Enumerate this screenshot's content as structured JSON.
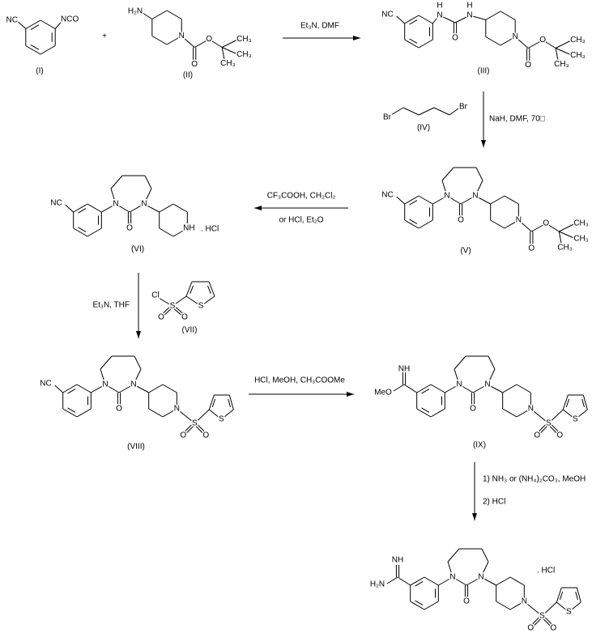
{
  "atoms": {
    "nc": "NC",
    "nco": "NCO",
    "h2n": "H₂N",
    "n": "N",
    "nh": "NH",
    "h": "H",
    "o": "O",
    "ch3": "CH₃",
    "br": "Br",
    "s": "S",
    "cl": "Cl",
    "meo": "MeO",
    "hcl": ". HCl"
  },
  "plus": "+",
  "compounds": {
    "c1": "(I)",
    "c2": "(II)",
    "c3": "(III)",
    "c4": "(IV)",
    "c5": "(V)",
    "c6": "(VI)",
    "c7": "(VII)",
    "c8": "(VIII)",
    "c9": "(IX)"
  },
  "reagents": {
    "step1": "Et₃N, DMF",
    "step2": "NaH, DMF, 70□",
    "step3a": "CF₃COOH, CH₂Cl₂",
    "step3b": "or HCl, Et₂O",
    "step4": "Et₃N, THF",
    "step5": "HCl, MeOH, CH₃COOMe",
    "step6a": "1) NH₃ or (NH₄)₂CO₃, MeOH",
    "step6b": "2) HCl"
  }
}
